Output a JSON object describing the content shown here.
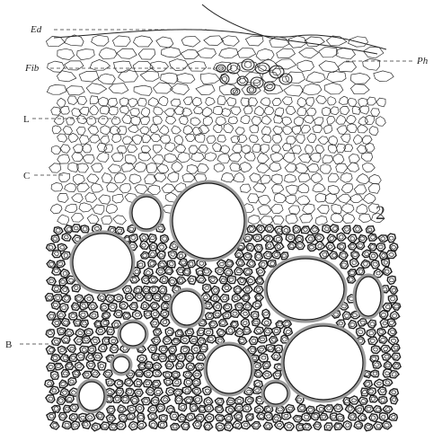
{
  "labels": {
    "ed": "Ed",
    "fib": "Fib",
    "l": "L",
    "c": "C",
    "b": "B",
    "ph": "Ph"
  },
  "figure_number": "2"
}
